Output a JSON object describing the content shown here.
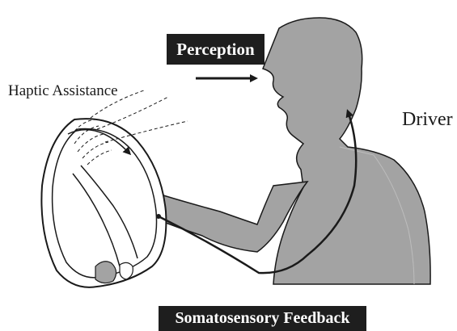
{
  "labels": {
    "perception": "Perception",
    "haptic_assistance": "Haptic Assistance",
    "driver": "Driver",
    "somatosensory_feedback": "Somatosensory Feedback"
  },
  "colors": {
    "body_fill": "#a3a3a3",
    "outline": "#1a1a1a",
    "label_box": "#1e1e1e",
    "label_text": "#ffffff"
  }
}
